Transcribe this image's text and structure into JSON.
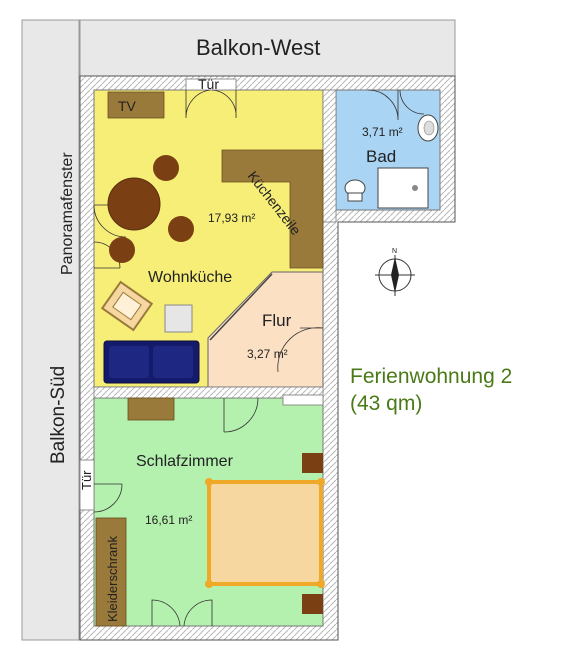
{
  "labels": {
    "balcony_west": "Balkon-West",
    "balcony_south": "Balkon-Süd",
    "panorama_window": "Panoramafenster",
    "door_top": "Tür",
    "door_left": "Tür",
    "tv": "TV",
    "kitchenette": "Küchenzeile",
    "wardrobe": "Kleiderschrank"
  },
  "rooms": {
    "living_kitchen": {
      "name": "Wohnküche",
      "area": "17,93 m²",
      "color": "#f7ee78"
    },
    "bath": {
      "name": "Bad",
      "area": "3,71 m²",
      "color": "#aad4f4"
    },
    "hall": {
      "name": "Flur",
      "area": "3,27 m²",
      "color": "#fbe0c4"
    },
    "bedroom": {
      "name": "Schlafzimmer",
      "area": "16,61 m²",
      "color": "#b4f0ae"
    }
  },
  "apartment": {
    "name": "Ferienwohnung 2",
    "size": "(43 qm)",
    "color": "#4a7a18"
  },
  "colors": {
    "balcony": "#e8e8e8",
    "furniture_brown": "#9a7a3a",
    "table": "#7a3f12",
    "sofa": "#141b6a",
    "bed": "#f6d7a0",
    "bed_frame": "#f0a828"
  },
  "compass": {
    "north": "N"
  }
}
